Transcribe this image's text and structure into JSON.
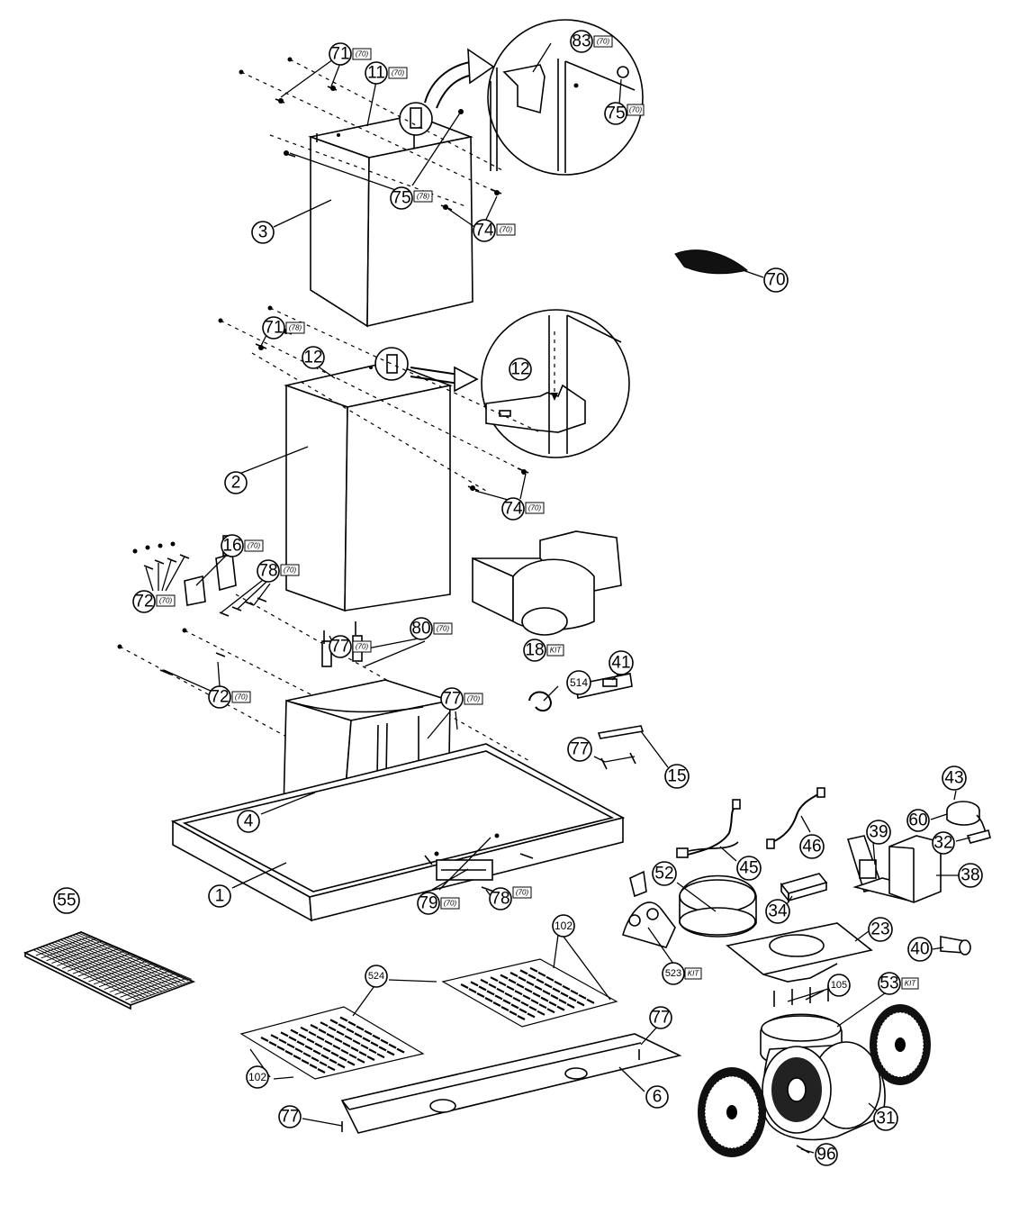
{
  "diagram": {
    "callouts": [
      {
        "id": "c71a",
        "num": "71",
        "sub": "(70)"
      },
      {
        "id": "c11",
        "num": "11",
        "sub": "(70)"
      },
      {
        "id": "c83",
        "num": "83",
        "sub": "(70)"
      },
      {
        "id": "c75a",
        "num": "75",
        "sub": "(70)"
      },
      {
        "id": "c75b",
        "num": "75",
        "sub": "(78)"
      },
      {
        "id": "c3",
        "num": "3",
        "sub": ""
      },
      {
        "id": "c74a",
        "num": "74",
        "sub": "(70)"
      },
      {
        "id": "c70",
        "num": "70",
        "sub": ""
      },
      {
        "id": "c71b",
        "num": "71",
        "sub": "(78)"
      },
      {
        "id": "c12a",
        "num": "12",
        "sub": ""
      },
      {
        "id": "c12b",
        "num": "12",
        "sub": ""
      },
      {
        "id": "c2",
        "num": "2",
        "sub": ""
      },
      {
        "id": "c74b",
        "num": "74",
        "sub": "(70)"
      },
      {
        "id": "c16",
        "num": "16",
        "sub": "(70)"
      },
      {
        "id": "c78a",
        "num": "78",
        "sub": "(70)"
      },
      {
        "id": "c72a",
        "num": "72",
        "sub": "(70)"
      },
      {
        "id": "c18",
        "num": "18",
        "sub": "KIT"
      },
      {
        "id": "c80",
        "num": "80",
        "sub": "(70)"
      },
      {
        "id": "c77a",
        "num": "77",
        "sub": "(70)"
      },
      {
        "id": "c41",
        "num": "41",
        "sub": ""
      },
      {
        "id": "c514",
        "num": "514",
        "sub": ""
      },
      {
        "id": "c72b",
        "num": "72",
        "sub": "(70)"
      },
      {
        "id": "c77b",
        "num": "77",
        "sub": "(70)"
      },
      {
        "id": "c77c",
        "num": "77",
        "sub": ""
      },
      {
        "id": "c15",
        "num": "15",
        "sub": ""
      },
      {
        "id": "c43",
        "num": "43",
        "sub": ""
      },
      {
        "id": "c60",
        "num": "60",
        "sub": ""
      },
      {
        "id": "c32",
        "num": "32",
        "sub": ""
      },
      {
        "id": "c39",
        "num": "39",
        "sub": ""
      },
      {
        "id": "c46",
        "num": "46",
        "sub": ""
      },
      {
        "id": "c38",
        "num": "38",
        "sub": ""
      },
      {
        "id": "c4",
        "num": "4",
        "sub": ""
      },
      {
        "id": "c45",
        "num": "45",
        "sub": ""
      },
      {
        "id": "c52",
        "num": "52",
        "sub": ""
      },
      {
        "id": "c1",
        "num": "1",
        "sub": ""
      },
      {
        "id": "c79",
        "num": "79",
        "sub": "(70)"
      },
      {
        "id": "c78b",
        "num": "78",
        "sub": "(70)"
      },
      {
        "id": "c34",
        "num": "34",
        "sub": ""
      },
      {
        "id": "c55",
        "num": "55",
        "sub": ""
      },
      {
        "id": "c102a",
        "num": "102",
        "sub": ""
      },
      {
        "id": "c23",
        "num": "23",
        "sub": ""
      },
      {
        "id": "c40",
        "num": "40",
        "sub": ""
      },
      {
        "id": "c523",
        "num": "523",
        "sub": "KIT"
      },
      {
        "id": "c524",
        "num": "524",
        "sub": ""
      },
      {
        "id": "c105",
        "num": "105",
        "sub": ""
      },
      {
        "id": "c53",
        "num": "53",
        "sub": "KIT"
      },
      {
        "id": "c77d",
        "num": "77",
        "sub": ""
      },
      {
        "id": "c102b",
        "num": "102",
        "sub": ""
      },
      {
        "id": "c6",
        "num": "6",
        "sub": ""
      },
      {
        "id": "c77e",
        "num": "77",
        "sub": ""
      },
      {
        "id": "c31",
        "num": "31",
        "sub": ""
      },
      {
        "id": "c96",
        "num": "96",
        "sub": ""
      }
    ]
  }
}
